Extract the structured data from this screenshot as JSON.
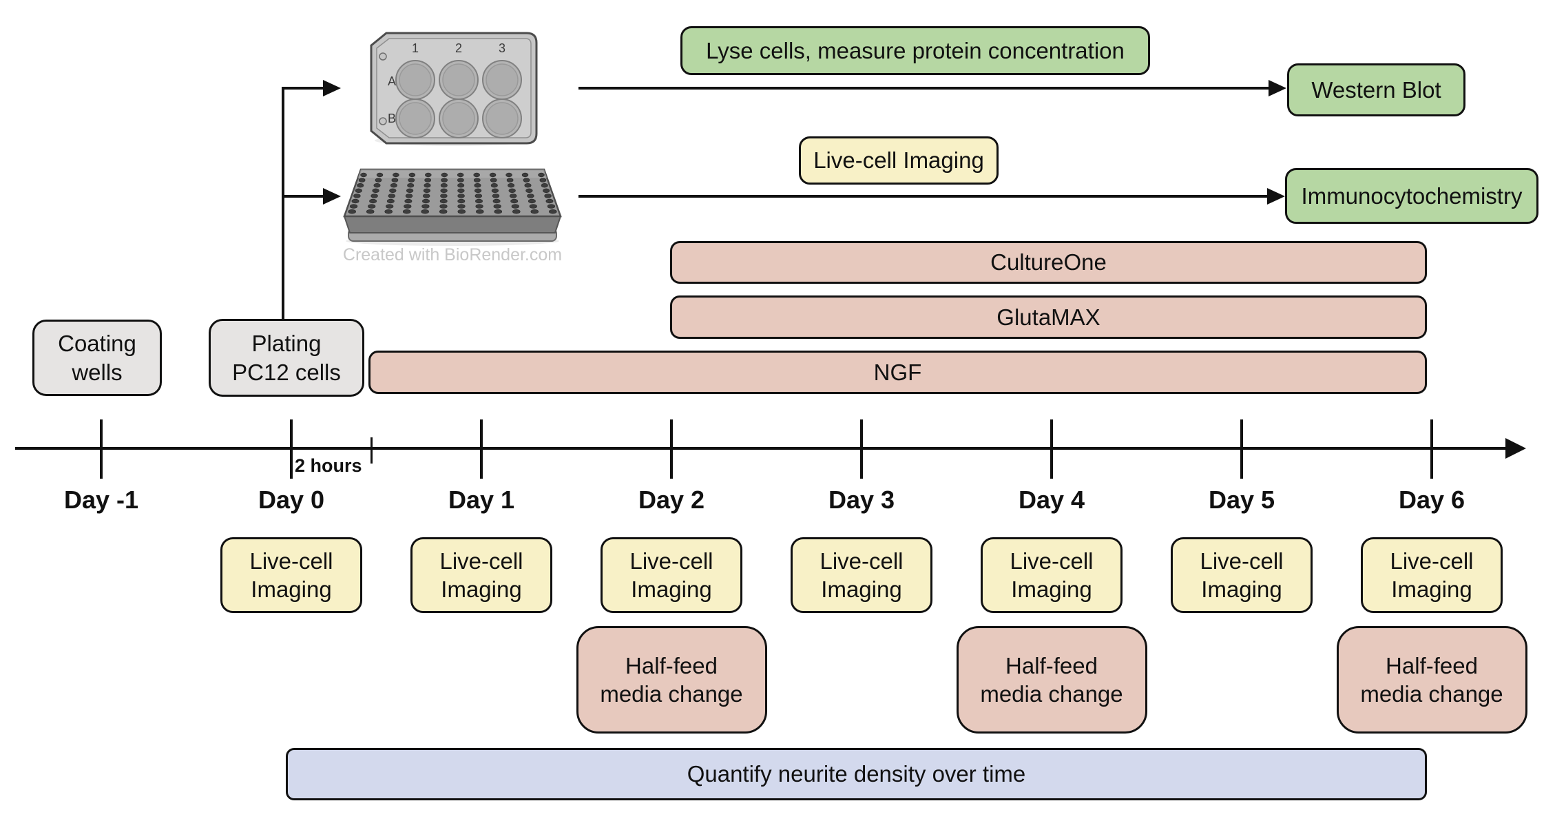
{
  "watermark": "Created with BioRender.com",
  "colors": {
    "green": "#b6d7a3",
    "yellow": "#f8f1c7",
    "pink": "#e7c9be",
    "gray": "#e6e4e3",
    "lavender": "#d3d9ed",
    "line": "#111111"
  },
  "assay_flow": {
    "lyse_label": "Lyse cells, measure protein concentration",
    "western_blot_label": "Western Blot",
    "imaging_label": "Live-cell Imaging",
    "immunocytochemistry_label": "Immunocytochemistry"
  },
  "plates": {
    "six_well": {
      "columns": [
        "1",
        "2",
        "3"
      ],
      "rows": [
        "A",
        "B"
      ]
    }
  },
  "setup_boxes": {
    "coating": {
      "lines": [
        "Coating",
        "wells"
      ]
    },
    "plating": {
      "lines": [
        "Plating",
        "PC12 cells"
      ]
    }
  },
  "treatment_bars": [
    {
      "label": "CultureOne"
    },
    {
      "label": "GlutaMAX"
    },
    {
      "label": "NGF"
    }
  ],
  "timeline": {
    "days": [
      "Day -1",
      "Day 0",
      "Day 1",
      "Day 2",
      "Day 3",
      "Day 4",
      "Day 5",
      "Day 6"
    ],
    "offset_label": "2 hours"
  },
  "daily_events": {
    "live_cell": {
      "lines": [
        "Live-cell",
        "Imaging"
      ],
      "day_indices": [
        1,
        2,
        3,
        4,
        5,
        6,
        7
      ]
    },
    "half_feed": {
      "lines": [
        "Half-feed",
        "media change"
      ],
      "day_indices": [
        3,
        5,
        7
      ]
    }
  },
  "summary_bar": {
    "label": "Quantify neurite density over time"
  }
}
